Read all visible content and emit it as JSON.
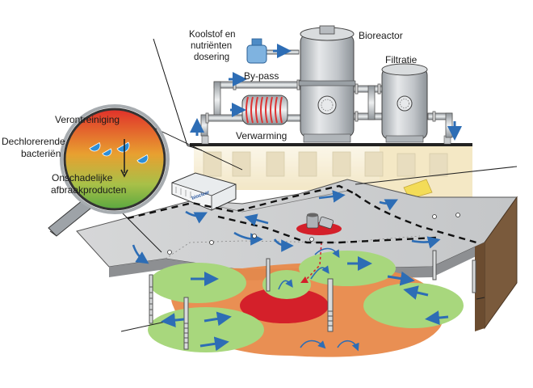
{
  "labels": {
    "dosing_line1": "Koolstof en",
    "dosing_line2": "nutriënten",
    "dosing_line3": "dosering",
    "bioreactor": "Bioreactor",
    "filtration": "Filtratie",
    "bypass": "By-pass",
    "heating": "Verwarming",
    "contamination": "Verontreiniging",
    "bacteria_line1": "Dechlorerende",
    "bacteria_line2": "bacteriën",
    "products_line1": "Onschadelijke",
    "products_line2": "afbraakproducten",
    "container_brand": "bioclear"
  },
  "colors": {
    "contamination_red": "#d4202a",
    "plume_orange": "#e8894a",
    "treated_green": "#a8d77d",
    "flow_arrow_blue": "#2d6db5",
    "bacteria_blue": "#2d8fd8",
    "tank_grey": "#b8bcc0",
    "heater_red": "#d33"
  }
}
